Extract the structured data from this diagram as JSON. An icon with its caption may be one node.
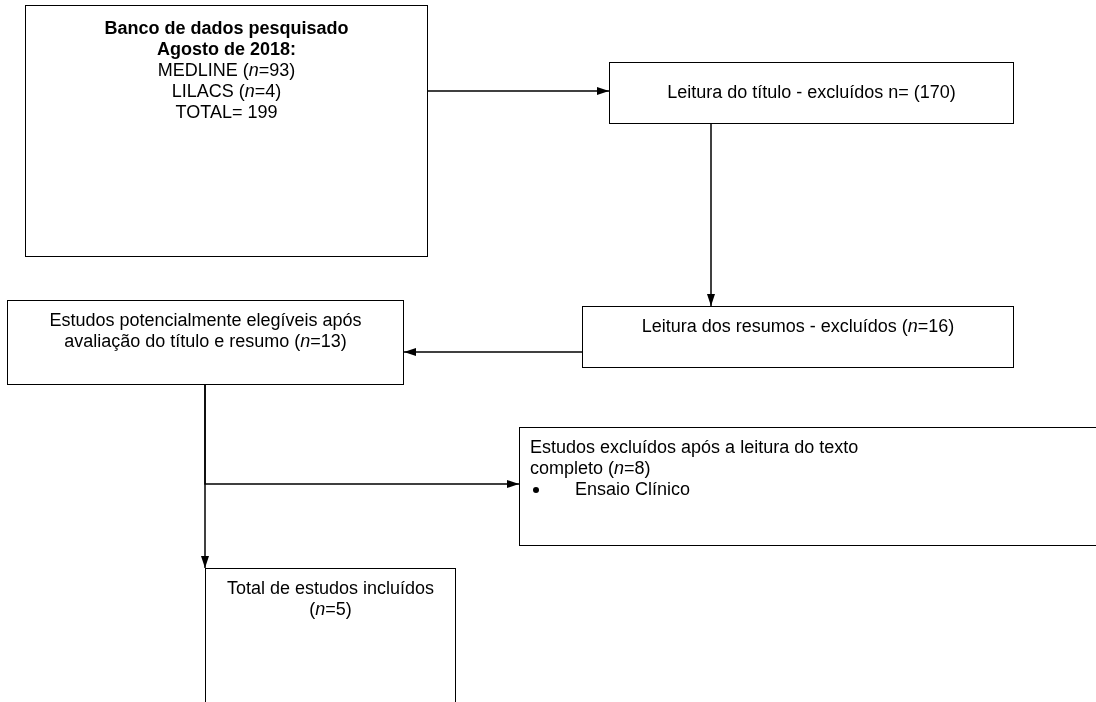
{
  "diagram": {
    "nodes": [
      {
        "text": [
          "Banco de dados pesquisado Agosto de 2018:",
          "MEDLINE (*n*=93)",
          "LILACS (*n*=4)",
          "TOTAL= 199"
        ]
      },
      {
        "text": [
          "Leitura do título - excluídos n= (170)"
        ]
      },
      {
        "text": [
          "Leitura dos resumos - excluídos (*n*=16)"
        ]
      },
      {
        "text": [
          "Estudos potencialmente elegíveis após avaliação do título e resumo (*n*=13)"
        ]
      },
      {
        "text": [
          "Estudos excluídos após a leitura do texto completo (*n*=8)",
          "Ensaio Clínico"
        ]
      },
      {
        "text": [
          "Total de estudos incluídos (*n*=5)"
        ]
      }
    ],
    "edges": [
      {
        "from": 0,
        "to": 1,
        "arrow": "to"
      },
      {
        "from": 1,
        "to": 2,
        "arrow": "to"
      },
      {
        "from": 2,
        "to": 3,
        "arrow": "to"
      },
      {
        "from": 3,
        "to": 5,
        "arrow": "to"
      },
      {
        "from": 3,
        "to": 4,
        "arrow": "to"
      }
    ]
  }
}
